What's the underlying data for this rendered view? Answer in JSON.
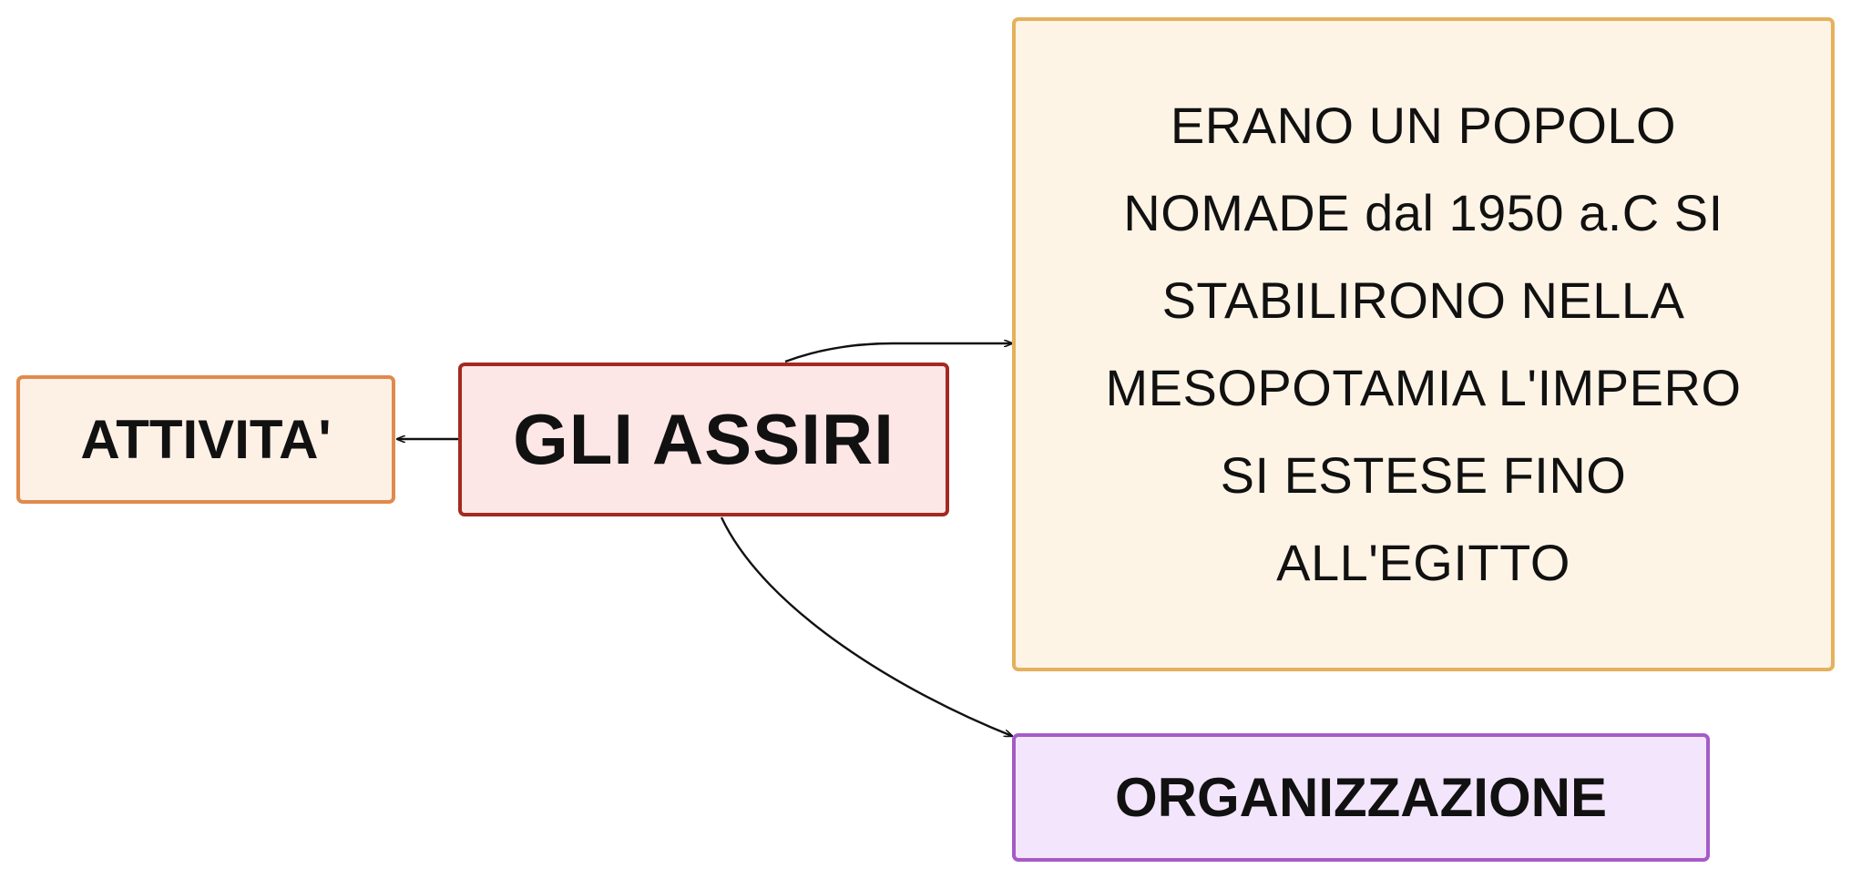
{
  "diagram": {
    "type": "mind-map",
    "central": {
      "label": "GLI ASSIRI",
      "fill": "#FDE6E6",
      "border": "#A32A20"
    },
    "nodes": [
      {
        "id": "attivita",
        "label": "ATTIVITA'",
        "fill": "#FDF0E5",
        "border": "#E08A4E"
      },
      {
        "id": "description",
        "label": "ERANO UN POPOLO\nNOMADE dal 1950 a.C SI\nSTABILIRONO NELLA\nMESOPOTAMIA  L'IMPERO\nSI ESTESE FINO\nALL'EGITTO",
        "fill": "#FEF4E6",
        "border": "#E5B15D"
      },
      {
        "id": "organizzazione",
        "label": "ORGANIZZAZIONE",
        "fill": "#F3E6FC",
        "border": "#A55BC6"
      }
    ],
    "edges": [
      {
        "from": "central",
        "to": "attivita"
      },
      {
        "from": "central",
        "to": "description"
      },
      {
        "from": "central",
        "to": "organizzazione"
      }
    ],
    "edge_color": "#111111"
  }
}
